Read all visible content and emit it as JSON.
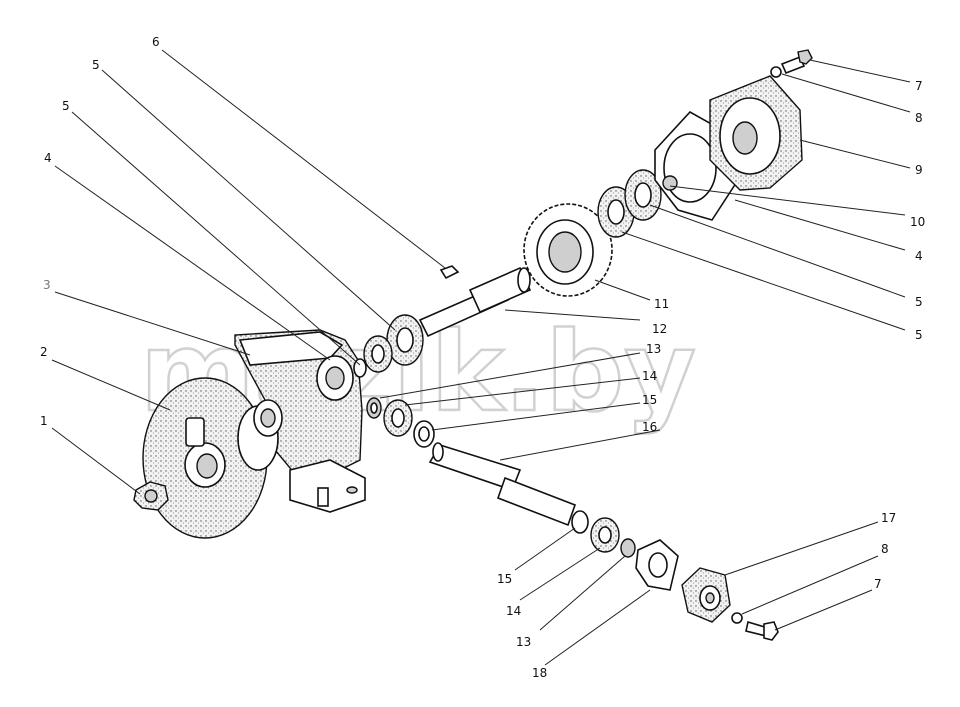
{
  "watermark": "mazik.by",
  "callouts": [
    "1",
    "2",
    "3",
    "4",
    "5",
    "5",
    "6",
    "7",
    "8",
    "9",
    "10",
    "4",
    "5",
    "5",
    "11",
    "12",
    "13",
    "14",
    "15",
    "16",
    "15",
    "14",
    "13",
    "18",
    "17",
    "8",
    "7"
  ]
}
